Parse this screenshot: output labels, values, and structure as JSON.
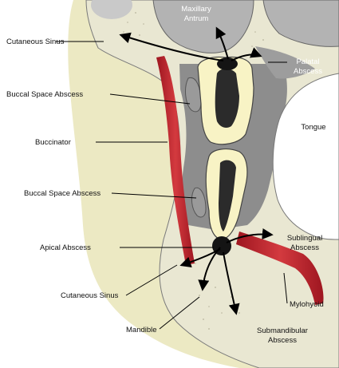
{
  "labels": {
    "maxillary_antrum": [
      "Maxillary",
      "Antrum"
    ],
    "cutaneous_sinus_top": "Cutaneous Sinus",
    "palatal_abscess": [
      "Palatal",
      "Abscess"
    ],
    "buccal_space_abscess_upper": "Buccal Space Abscess",
    "tongue": "Tongue",
    "buccinator": "Buccinator",
    "buccal_space_abscess_lower": "Buccal Space Abscess",
    "sublingual_abscess": [
      "Sublingual",
      "Abscess"
    ],
    "apical_abscess": "Apical Abscess",
    "mylohyoid": "Mylohyoid",
    "cutaneous_sinus_bottom": "Cutaneous Sinus",
    "mandible": "Mandible",
    "submandibular_abscess": [
      "Submandibular",
      "Abscess"
    ]
  },
  "colors": {
    "skin": "#ece9c3",
    "bone": "#e9e7d2",
    "soft_tissue": "#8d8d8d",
    "sinus": "#b3b3b3",
    "muscle": "#c4232e",
    "tooth": "#f8f3c5",
    "pulp": "#2b2b2b",
    "tongue": "#ffffff",
    "abscess": "#141414"
  }
}
